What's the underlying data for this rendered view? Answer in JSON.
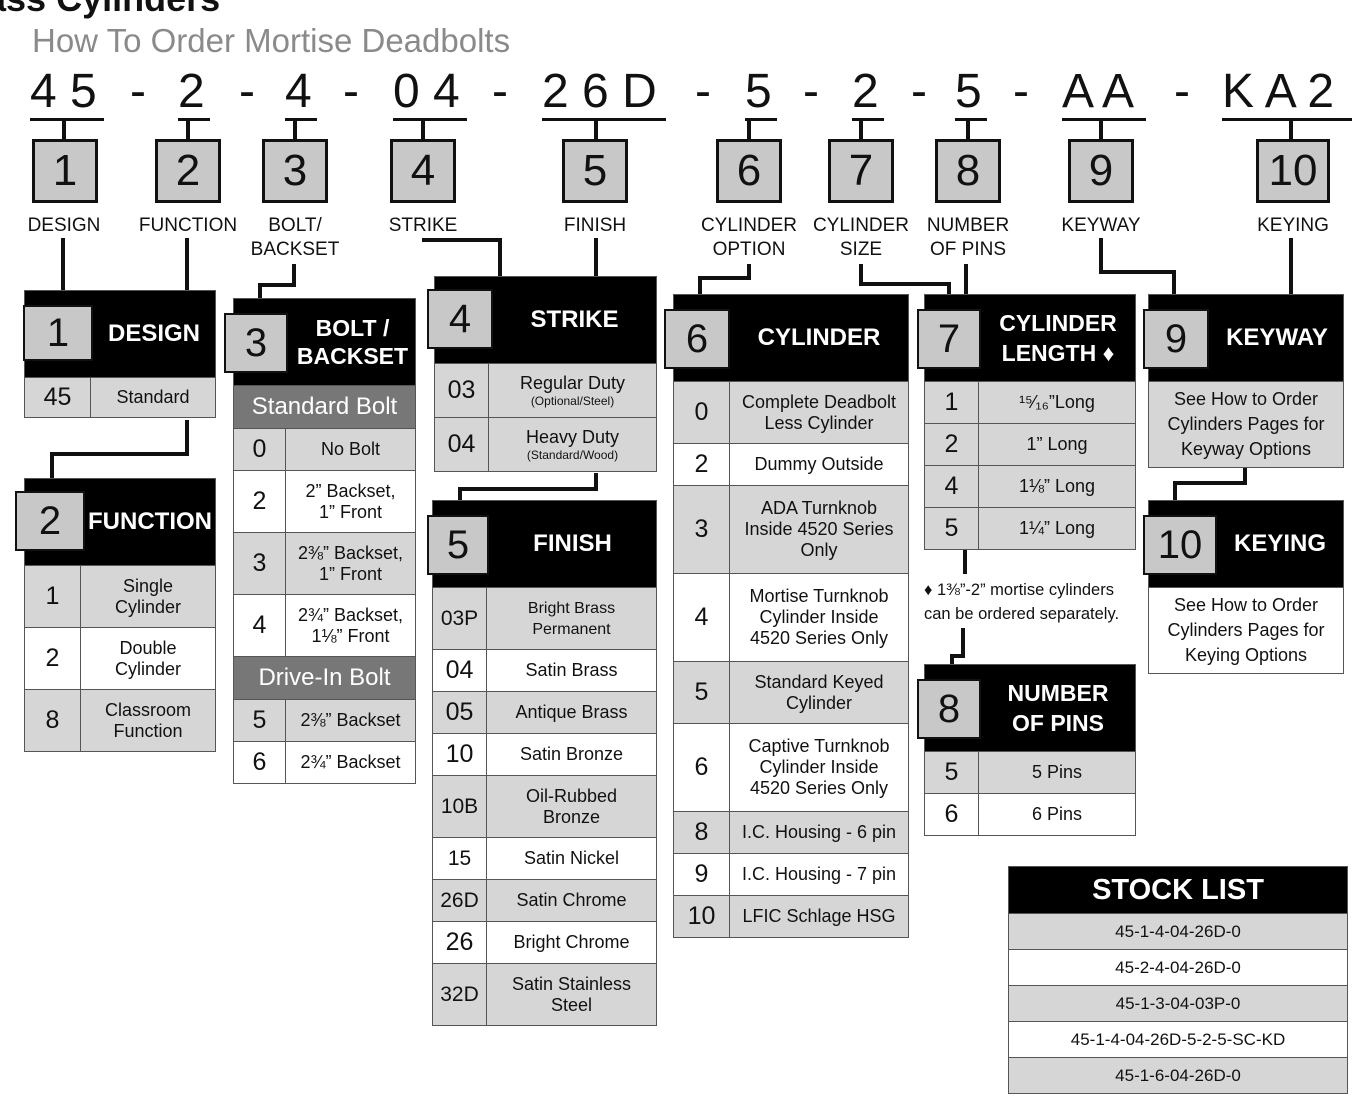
{
  "header": {
    "title": "ass Cylinders",
    "subtitle": "How To Order Mortise Deadbolts"
  },
  "code": {
    "parts": [
      "4 5",
      "2",
      "4",
      "0 4",
      "2 6 D",
      "5",
      "2",
      "5",
      "A A",
      "K A 2"
    ],
    "separator": "-"
  },
  "digits": [
    {
      "num": "1",
      "label": "DESIGN"
    },
    {
      "num": "2",
      "label": "FUNCTION"
    },
    {
      "num": "3",
      "label": "BOLT/\nBACKSET"
    },
    {
      "num": "4",
      "label": "STRIKE"
    },
    {
      "num": "5",
      "label": "FINISH"
    },
    {
      "num": "6",
      "label": "CYLINDER\nOPTION"
    },
    {
      "num": "7",
      "label": "CYLINDER\nSIZE"
    },
    {
      "num": "8",
      "label": "NUMBER\nOF PINS"
    },
    {
      "num": "9",
      "label": "KEYWAY"
    },
    {
      "num": "10",
      "label": "KEYING"
    }
  ],
  "design": {
    "num": "1",
    "title": "DESIGN",
    "rows": [
      {
        "code": "45",
        "desc": "Standard"
      }
    ]
  },
  "function": {
    "num": "2",
    "title": "FUNCTION",
    "rows": [
      {
        "code": "1",
        "desc": "Single\nCylinder"
      },
      {
        "code": "2",
        "desc": "Double\nCylinder"
      },
      {
        "code": "8",
        "desc": "Classroom\nFunction"
      }
    ]
  },
  "bolt": {
    "num": "3",
    "title": "BOLT /\nBACKSET",
    "section1": "Standard Bolt",
    "rows1": [
      {
        "code": "0",
        "desc": "No Bolt"
      },
      {
        "code": "2",
        "desc": "2” Backset,\n1” Front"
      },
      {
        "code": "3",
        "desc": "2⅜” Backset,\n1” Front"
      },
      {
        "code": "4",
        "desc": "2¾” Backset,\n1⅛” Front"
      }
    ],
    "section2": "Drive-In Bolt",
    "rows2": [
      {
        "code": "5",
        "desc": "2⅜” Backset"
      },
      {
        "code": "6",
        "desc": "2¾” Backset"
      }
    ]
  },
  "strike": {
    "num": "4",
    "title": "STRIKE",
    "rows": [
      {
        "code": "03",
        "desc": "Regular Duty",
        "small": "(Optional/Steel)"
      },
      {
        "code": "04",
        "desc": "Heavy Duty",
        "small": "(Standard/Wood)"
      }
    ]
  },
  "finish": {
    "num": "5",
    "title": "FINISH",
    "rows": [
      {
        "code": "03P",
        "desc": "Bright Brass\nPermanent"
      },
      {
        "code": "04",
        "desc": "Satin Brass"
      },
      {
        "code": "05",
        "desc": "Antique Brass"
      },
      {
        "code": "10",
        "desc": "Satin Bronze"
      },
      {
        "code": "10B",
        "desc": "Oil-Rubbed\nBronze"
      },
      {
        "code": "15",
        "desc": "Satin Nickel"
      },
      {
        "code": "26D",
        "desc": "Satin Chrome"
      },
      {
        "code": "26",
        "desc": "Bright Chrome"
      },
      {
        "code": "32D",
        "desc": "Satin Stainless\nSteel"
      }
    ]
  },
  "cylinder": {
    "num": "6",
    "title": "CYLINDER",
    "rows": [
      {
        "code": "0",
        "desc": "Complete Deadbolt\nLess Cylinder"
      },
      {
        "code": "2",
        "desc": "Dummy Outside"
      },
      {
        "code": "3",
        "desc": "ADA Turnknob\nInside 4520 Series\nOnly"
      },
      {
        "code": "4",
        "desc": "Mortise Turnknob\nCylinder Inside\n4520 Series Only"
      },
      {
        "code": "5",
        "desc": "Standard Keyed\nCylinder"
      },
      {
        "code": "6",
        "desc": "Captive Turnknob\nCylinder Inside\n4520 Series Only"
      },
      {
        "code": "8",
        "desc": "I.C. Housing - 6 pin"
      },
      {
        "code": "9",
        "desc": "I.C. Housing - 7 pin"
      },
      {
        "code": "10",
        "desc": "LFIC Schlage HSG"
      }
    ]
  },
  "cyl_length": {
    "num": "7",
    "title": "CYLINDER\nLENGTH ♦",
    "rows": [
      {
        "code": "1",
        "desc": "¹⁵⁄₁₆”Long"
      },
      {
        "code": "2",
        "desc": "1” Long"
      },
      {
        "code": "4",
        "desc": "1⅛” Long"
      },
      {
        "code": "5",
        "desc": "1¼” Long"
      }
    ]
  },
  "note": "♦ 1⅜”-2” mortise cylinders\ncan be ordered separately.",
  "pins": {
    "num": "8",
    "title": "NUMBER\nOF PINS",
    "rows": [
      {
        "code": "5",
        "desc": "5 Pins"
      },
      {
        "code": "6",
        "desc": "6 Pins"
      }
    ]
  },
  "keyway": {
    "num": "9",
    "title": "KEYWAY",
    "text": "See How to Order\nCylinders Pages for\nKeyway Options"
  },
  "keying": {
    "num": "10",
    "title": "KEYING",
    "text": "See How to Order\nCylinders Pages for\nKeying Options"
  },
  "stock": {
    "title": "STOCK LIST",
    "items": [
      "45-1-4-04-26D-0",
      "45-2-4-04-26D-0",
      "45-1-3-04-03P-0",
      "45-1-4-04-26D-5-2-5-SC-KD",
      "45-1-6-04-26D-0"
    ]
  },
  "colors": {
    "box_fill": "#c8c8c8",
    "row_gray": "#d6d6d6",
    "section_gray": "#777777",
    "header_black": "#000000"
  }
}
